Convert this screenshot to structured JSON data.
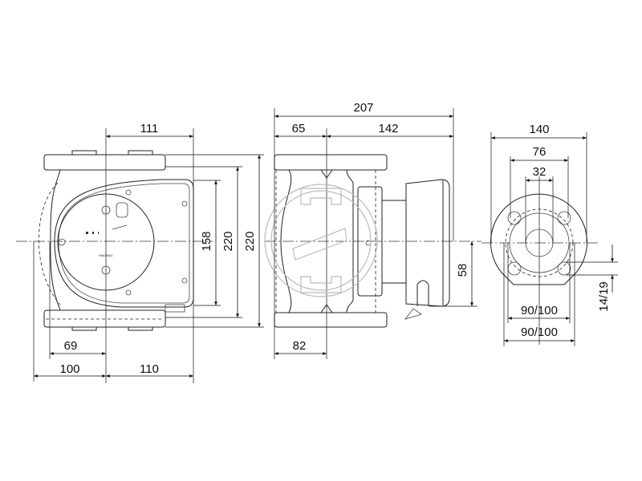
{
  "colors": {
    "line": "#222222",
    "watermark": "#bbbbbb",
    "background": "#ffffff"
  },
  "side_view": {
    "brand_label": "MAGNA1",
    "dims": {
      "width_top": "111",
      "height_box": "158",
      "height_1": "220",
      "height_2": "220",
      "left_69": "69",
      "left_100": "100",
      "right_110": "110"
    }
  },
  "front_view": {
    "dims": {
      "total": "207",
      "left_65": "65",
      "right_142": "142",
      "bottom_82": "82",
      "offset_58": "58"
    }
  },
  "flange_view": {
    "dims": {
      "outer": "140",
      "mid": "76",
      "bore": "32",
      "bolt_1": "90/100",
      "bolt_2": "90/100",
      "hole": "14/19"
    }
  }
}
